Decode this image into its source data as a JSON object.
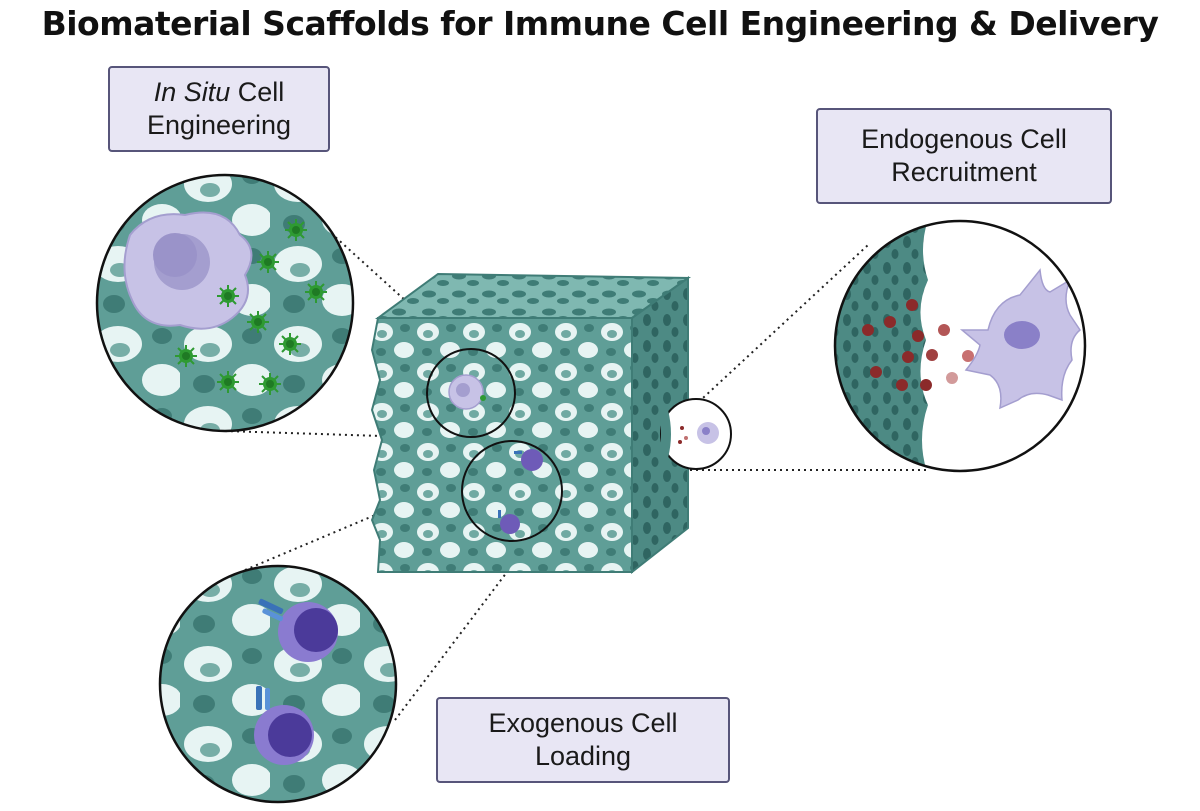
{
  "title": "Biomaterial Scaffolds for Immune Cell Engineering & Delivery",
  "labels": {
    "in_situ_italic": "In Situ",
    "in_situ_rest": " Cell",
    "in_situ_line2": "Engineering",
    "endogenous_line1": "Endogenous Cell",
    "endogenous_line2": "Recruitment",
    "exogenous_line1": "Exogenous Cell",
    "exogenous_line2": "Loading"
  },
  "colors": {
    "scaffold": "#5f9e97",
    "scaffold_dark": "#3f7c76",
    "pore": "#e7f4f3",
    "cell_light": "#c7c2e6",
    "cell_dark": "#6e5bb8",
    "virus": "#2e9a32",
    "chemokine": "#8b2a2a",
    "label_bg": "#e8e6f4",
    "label_border": "#57557a"
  }
}
